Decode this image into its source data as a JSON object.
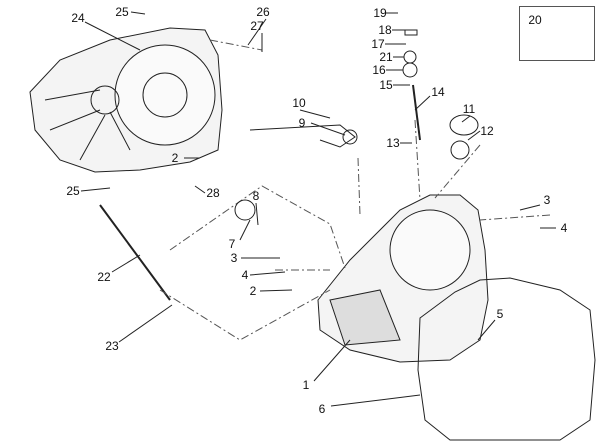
{
  "diagram": {
    "title": "Clutch cover exploded view",
    "labels": [
      {
        "id": "25a",
        "text": "25"
      },
      {
        "id": "24",
        "text": "24"
      },
      {
        "id": "26",
        "text": "26"
      },
      {
        "id": "27",
        "text": "27"
      },
      {
        "id": "19",
        "text": "19"
      },
      {
        "id": "18",
        "text": "18"
      },
      {
        "id": "17",
        "text": "17"
      },
      {
        "id": "21",
        "text": "21"
      },
      {
        "id": "16",
        "text": "16"
      },
      {
        "id": "15",
        "text": "15"
      },
      {
        "id": "20",
        "text": "20"
      },
      {
        "id": "14",
        "text": "14"
      },
      {
        "id": "10",
        "text": "10"
      },
      {
        "id": "11",
        "text": "11"
      },
      {
        "id": "9",
        "text": "9"
      },
      {
        "id": "12",
        "text": "12"
      },
      {
        "id": "13",
        "text": "13"
      },
      {
        "id": "2a",
        "text": "2"
      },
      {
        "id": "25b",
        "text": "25"
      },
      {
        "id": "28",
        "text": "28"
      },
      {
        "id": "8",
        "text": "8"
      },
      {
        "id": "3a",
        "text": "3"
      },
      {
        "id": "4a",
        "text": "4"
      },
      {
        "id": "7",
        "text": "7"
      },
      {
        "id": "3b",
        "text": "3"
      },
      {
        "id": "4b",
        "text": "4"
      },
      {
        "id": "2b",
        "text": "2"
      },
      {
        "id": "22",
        "text": "22"
      },
      {
        "id": "5",
        "text": "5"
      },
      {
        "id": "23",
        "text": "23"
      },
      {
        "id": "1",
        "text": "1"
      },
      {
        "id": "6",
        "text": "6"
      }
    ]
  }
}
